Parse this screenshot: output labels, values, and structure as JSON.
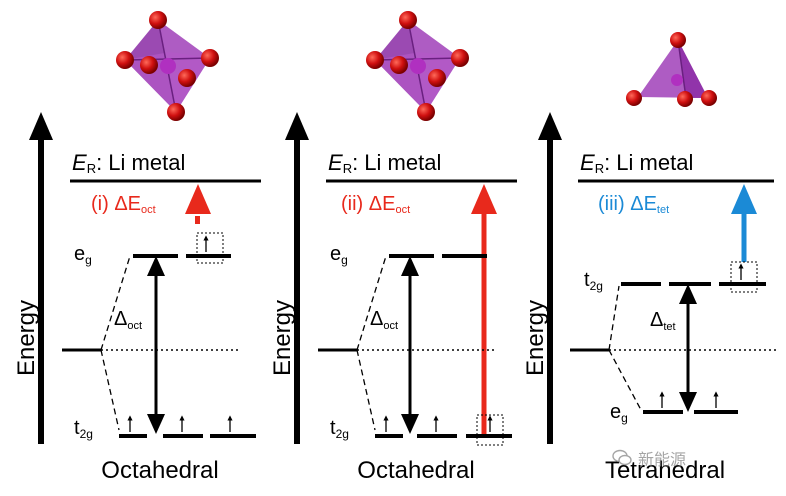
{
  "panels": [
    {
      "reference_letter": "E",
      "reference_subscript": "R",
      "reference_text": ": Li metal",
      "gap_label": "(i) ΔE",
      "gap_subscript": "oct",
      "upper_level": "e",
      "upper_subscript": "g",
      "lower_level": "t",
      "lower_subscript": "2g",
      "splitting_label": "Δ",
      "splitting_subscript": "oct",
      "axis_label": "Energy",
      "geometry_label": "Octahedral",
      "gap_arrow_color": "#e8291c"
    },
    {
      "reference_letter": "E",
      "reference_subscript": "R",
      "reference_text": ": Li metal",
      "gap_label": "(ii) ΔE",
      "gap_subscript": "oct",
      "upper_level": "e",
      "upper_subscript": "g",
      "lower_level": "t",
      "lower_subscript": "2g",
      "splitting_label": "Δ",
      "splitting_subscript": "oct",
      "axis_label": "Energy",
      "geometry_label": "Octahedral",
      "gap_arrow_color": "#e8291c"
    },
    {
      "reference_letter": "E",
      "reference_subscript": "R",
      "reference_text": ": Li metal",
      "gap_label": "(iii) ΔE",
      "gap_subscript": "tet",
      "upper_level": "t",
      "upper_subscript": "2g",
      "lower_level": "e",
      "lower_subscript": "g",
      "splitting_label": "Δ",
      "splitting_subscript": "tet",
      "axis_label": "Energy",
      "geometry_label": "Tetrahedral",
      "gap_arrow_color": "#1b8ad6"
    }
  ],
  "watermark": {
    "text": "新能源",
    "icon": "wechat-icon"
  },
  "colors": {
    "polyhedron": "#a040b8",
    "atom": "#d01010",
    "lines": "#000000"
  }
}
